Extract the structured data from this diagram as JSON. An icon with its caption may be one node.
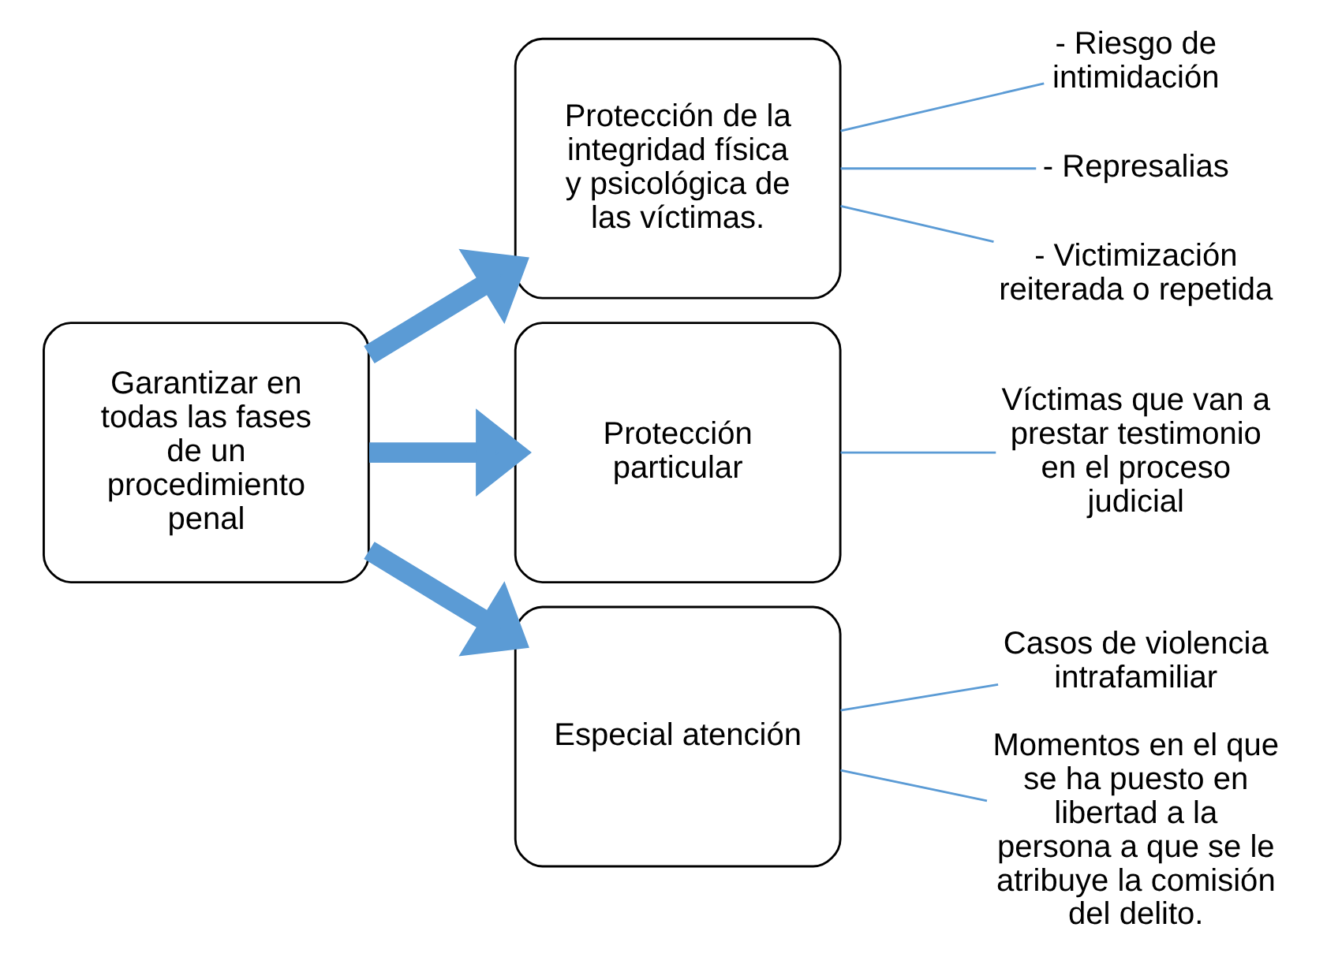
{
  "diagram": {
    "nodes": [
      {
        "text": [
          "Garantizar en todas las fases de un procedimiento penal"
        ]
      },
      {
        "text": [
          "Protección de la integridad física y psicológica de las víctimas."
        ]
      },
      {
        "text": [
          "Protección particular"
        ]
      },
      {
        "text": [
          "Especial atención"
        ]
      },
      {
        "text": [
          "- Riesgo de intimidación"
        ]
      },
      {
        "text": [
          "- Represalias"
        ]
      },
      {
        "text": [
          "- Victimización reiterada o repetida"
        ]
      },
      {
        "text": [
          "Víctimas que van a prestar testimonio en el proceso judicial"
        ]
      },
      {
        "text": [
          "Casos de violencia intrafamiliar"
        ]
      },
      {
        "text": [
          "Momentos en el que se ha puesto en libertad a la persona a que se le atribuye la comisión del delito."
        ]
      }
    ],
    "edges": [
      {
        "from": 0,
        "to": 1,
        "arrow": "to",
        "style": "thick"
      },
      {
        "from": 0,
        "to": 2,
        "arrow": "to",
        "style": "thick"
      },
      {
        "from": 0,
        "to": 3,
        "arrow": "to",
        "style": "thick"
      },
      {
        "from": 1,
        "to": 4,
        "arrow": "none"
      },
      {
        "from": 1,
        "to": 5,
        "arrow": "none"
      },
      {
        "from": 1,
        "to": 6,
        "arrow": "none"
      },
      {
        "from": 2,
        "to": 7,
        "arrow": "none"
      },
      {
        "from": 3,
        "to": 8,
        "arrow": "none"
      },
      {
        "from": 3,
        "to": 9,
        "arrow": "none"
      }
    ]
  }
}
